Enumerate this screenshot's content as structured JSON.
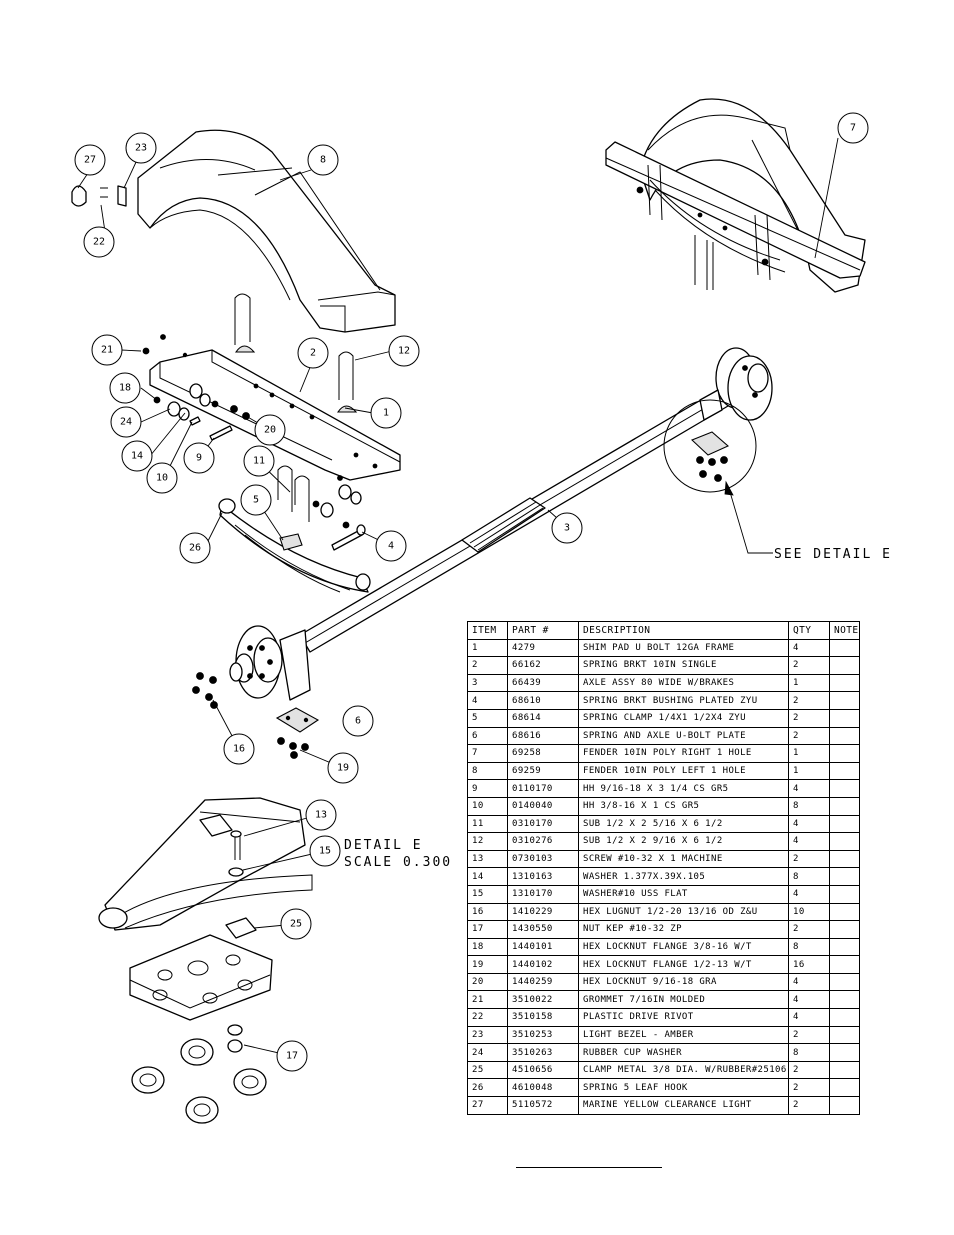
{
  "detail_callout": "SEE DETAIL E",
  "detail_title": "DETAIL E",
  "detail_scale": "SCALE 0.300",
  "balloons": [
    {
      "n": "1"
    },
    {
      "n": "2"
    },
    {
      "n": "3"
    },
    {
      "n": "4"
    },
    {
      "n": "5"
    },
    {
      "n": "6"
    },
    {
      "n": "7"
    },
    {
      "n": "8"
    },
    {
      "n": "9"
    },
    {
      "n": "10"
    },
    {
      "n": "11"
    },
    {
      "n": "12"
    },
    {
      "n": "13"
    },
    {
      "n": "14"
    },
    {
      "n": "15"
    },
    {
      "n": "16"
    },
    {
      "n": "17"
    },
    {
      "n": "18"
    },
    {
      "n": "19"
    },
    {
      "n": "20"
    },
    {
      "n": "21"
    },
    {
      "n": "22"
    },
    {
      "n": "23"
    },
    {
      "n": "24"
    },
    {
      "n": "25"
    },
    {
      "n": "26"
    },
    {
      "n": "27"
    }
  ],
  "bom": {
    "headers": [
      "ITEM",
      "PART #",
      "DESCRIPTION",
      "QTY",
      "NOTE"
    ],
    "rows": [
      [
        "1",
        "4279",
        "SHIM PAD U BOLT 12GA FRAME",
        "4",
        ""
      ],
      [
        "2",
        "66162",
        "SPRING BRKT 10IN SINGLE",
        "2",
        ""
      ],
      [
        "3",
        "66439",
        "AXLE ASSY 80 WIDE W/BRAKES",
        "1",
        ""
      ],
      [
        "4",
        "68610",
        "SPRING BRKT BUSHING PLATED ZYU",
        "2",
        ""
      ],
      [
        "5",
        "68614",
        "SPRING CLAMP 1/4X1 1/2X4 ZYU",
        "2",
        ""
      ],
      [
        "6",
        "68616",
        "SPRING AND AXLE U-BOLT PLATE",
        "2",
        ""
      ],
      [
        "7",
        "69258",
        "FENDER 10IN POLY RIGHT 1 HOLE",
        "1",
        ""
      ],
      [
        "8",
        "69259",
        "FENDER 10IN POLY LEFT 1 HOLE",
        "1",
        ""
      ],
      [
        "9",
        "0110170",
        "HH 9/16-18 X 3 1/4 CS GR5",
        "4",
        ""
      ],
      [
        "10",
        "0140040",
        "HH 3/8-16 X 1 CS GR5",
        "8",
        ""
      ],
      [
        "11",
        "0310170",
        "SUB 1/2 X 2 5/16 X 6 1/2",
        "4",
        ""
      ],
      [
        "12",
        "0310276",
        "SUB 1/2 X 2 9/16 X 6 1/2",
        "4",
        ""
      ],
      [
        "13",
        "0730103",
        "SCREW #10-32 X 1 MACHINE",
        "2",
        ""
      ],
      [
        "14",
        "1310163",
        "WASHER 1.377X.39X.105",
        "8",
        ""
      ],
      [
        "15",
        "1310170",
        "WASHER#10 USS FLAT",
        "4",
        ""
      ],
      [
        "16",
        "1410229",
        "HEX LUGNUT 1/2-20 13/16 OD Z&U",
        "10",
        ""
      ],
      [
        "17",
        "1430550",
        "NUT KEP #10-32 ZP",
        "2",
        ""
      ],
      [
        "18",
        "1440101",
        "HEX LOCKNUT FLANGE 3/8-16 W/T",
        "8",
        ""
      ],
      [
        "19",
        "1440102",
        "HEX LOCKNUT FLANGE 1/2-13 W/T",
        "16",
        ""
      ],
      [
        "20",
        "1440259",
        "HEX LOCKNUT 9/16-18 GRA",
        "4",
        ""
      ],
      [
        "21",
        "3510022",
        "GROMMET 7/16IN MOLDED",
        "4",
        ""
      ],
      [
        "22",
        "3510158",
        "PLASTIC DRIVE RIVOT",
        "4",
        ""
      ],
      [
        "23",
        "3510253",
        "LIGHT BEZEL - AMBER",
        "2",
        ""
      ],
      [
        "24",
        "3510263",
        "RUBBER CUP WASHER",
        "8",
        ""
      ],
      [
        "25",
        "4510656",
        "CLAMP METAL 3/8 DIA. W/RUBBER#25106",
        "2",
        ""
      ],
      [
        "26",
        "4610048",
        "SPRING 5 LEAF HOOK",
        "2",
        ""
      ],
      [
        "27",
        "5110572",
        "MARINE YELLOW CLEARANCE LIGHT",
        "2",
        ""
      ]
    ]
  }
}
